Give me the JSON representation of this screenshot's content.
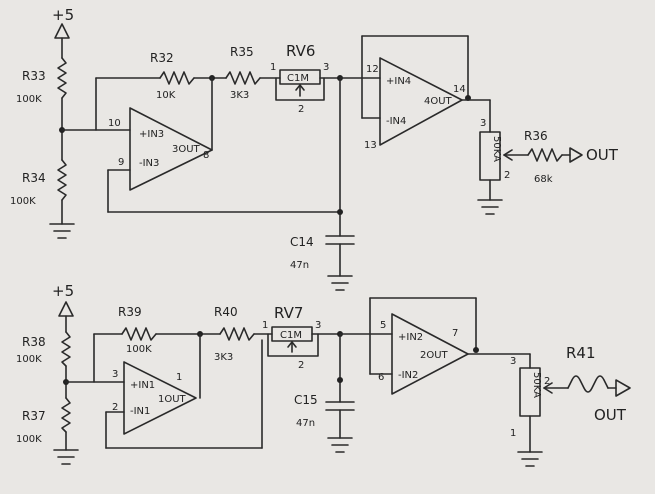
{
  "top": {
    "supply": "+5",
    "r33": {
      "ref": "R33",
      "value": "100K"
    },
    "r34": {
      "ref": "R34",
      "value": "100K"
    },
    "r32": {
      "ref": "R32",
      "value": "10K"
    },
    "r35": {
      "ref": "R35",
      "value": "3K3"
    },
    "rv6": {
      "ref": "RV6",
      "value": "C1M",
      "pin1": "1",
      "pin2": "2",
      "pin3": "3"
    },
    "u3": {
      "in_plus": "+IN3",
      "in_minus": "-IN3",
      "out": "3OUT",
      "pin_plus": "10",
      "pin_minus": "9",
      "pin_out": "8"
    },
    "u4": {
      "in_plus": "+IN4",
      "in_minus": "-IN4",
      "out": "4OUT",
      "pin_plus": "12",
      "pin_minus": "13",
      "pin_out": "14"
    },
    "c14": {
      "ref": "C14",
      "value": "47n"
    },
    "pot": {
      "value": "50KA",
      "pin3": "3",
      "pin2": "2"
    },
    "r36": {
      "ref": "R36",
      "value": "68k"
    },
    "out": "OUT"
  },
  "bottom": {
    "supply": "+5",
    "r38": {
      "ref": "R38",
      "value": "100K"
    },
    "r37": {
      "ref": "R37",
      "value": "100K"
    },
    "r39": {
      "ref": "R39",
      "value": "100K"
    },
    "r40": {
      "ref": "R40",
      "value": "3K3"
    },
    "rv7": {
      "ref": "RV7",
      "value": "C1M",
      "pin1": "1",
      "pin2": "2",
      "pin3": "3"
    },
    "u1": {
      "in_plus": "+IN1",
      "in_minus": "-IN1",
      "out": "1OUT",
      "pin_plus": "3",
      "pin_minus": "2",
      "pin_out": "1"
    },
    "u2": {
      "in_plus": "+IN2",
      "in_minus": "-IN2",
      "out": "2OUT",
      "pin_plus": "5",
      "pin_minus": "6",
      "pin_out": "7"
    },
    "c15": {
      "ref": "C15",
      "value": "47n"
    },
    "pot": {
      "value": "50KA",
      "pin3": "3",
      "pin2": "2",
      "pin1": "1"
    },
    "r41": {
      "ref": "R41"
    },
    "out": "OUT"
  }
}
